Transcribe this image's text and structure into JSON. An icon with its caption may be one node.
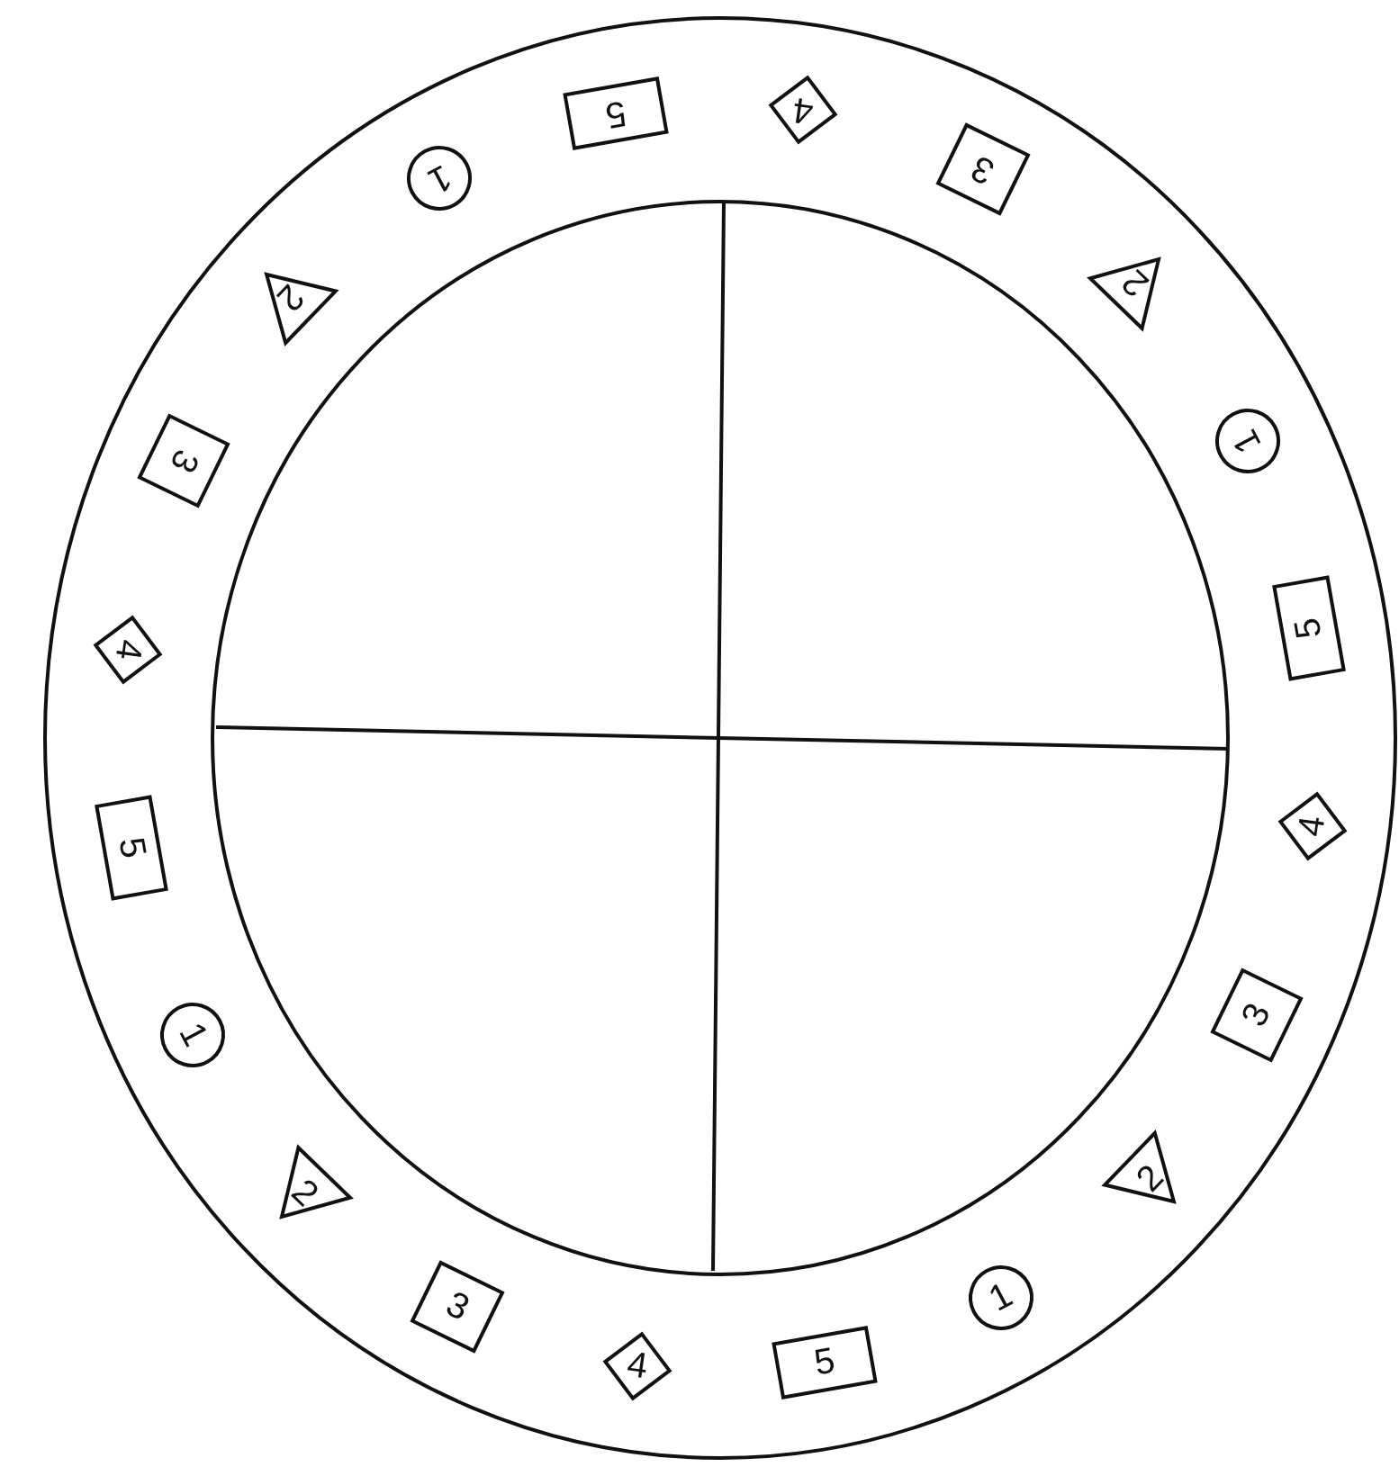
{
  "diagram": {
    "nodes": [
      {
        "text": [
          "4"
        ]
      },
      {
        "text": [
          "3"
        ]
      },
      {
        "text": [
          "2"
        ]
      },
      {
        "text": [
          "1"
        ]
      },
      {
        "text": [
          "5"
        ]
      },
      {
        "text": [
          "4"
        ]
      },
      {
        "text": [
          "3"
        ]
      },
      {
        "text": [
          "2"
        ]
      },
      {
        "text": [
          "1"
        ]
      },
      {
        "text": [
          "5"
        ]
      },
      {
        "text": [
          "4"
        ]
      },
      {
        "text": [
          "3"
        ]
      },
      {
        "text": [
          "2"
        ]
      },
      {
        "text": [
          "1"
        ]
      },
      {
        "text": [
          "5"
        ]
      },
      {
        "text": [
          "4"
        ]
      },
      {
        "text": [
          "3"
        ]
      },
      {
        "text": [
          "2"
        ]
      },
      {
        "text": [
          "1"
        ]
      },
      {
        "text": [
          "5"
        ]
      }
    ]
  }
}
